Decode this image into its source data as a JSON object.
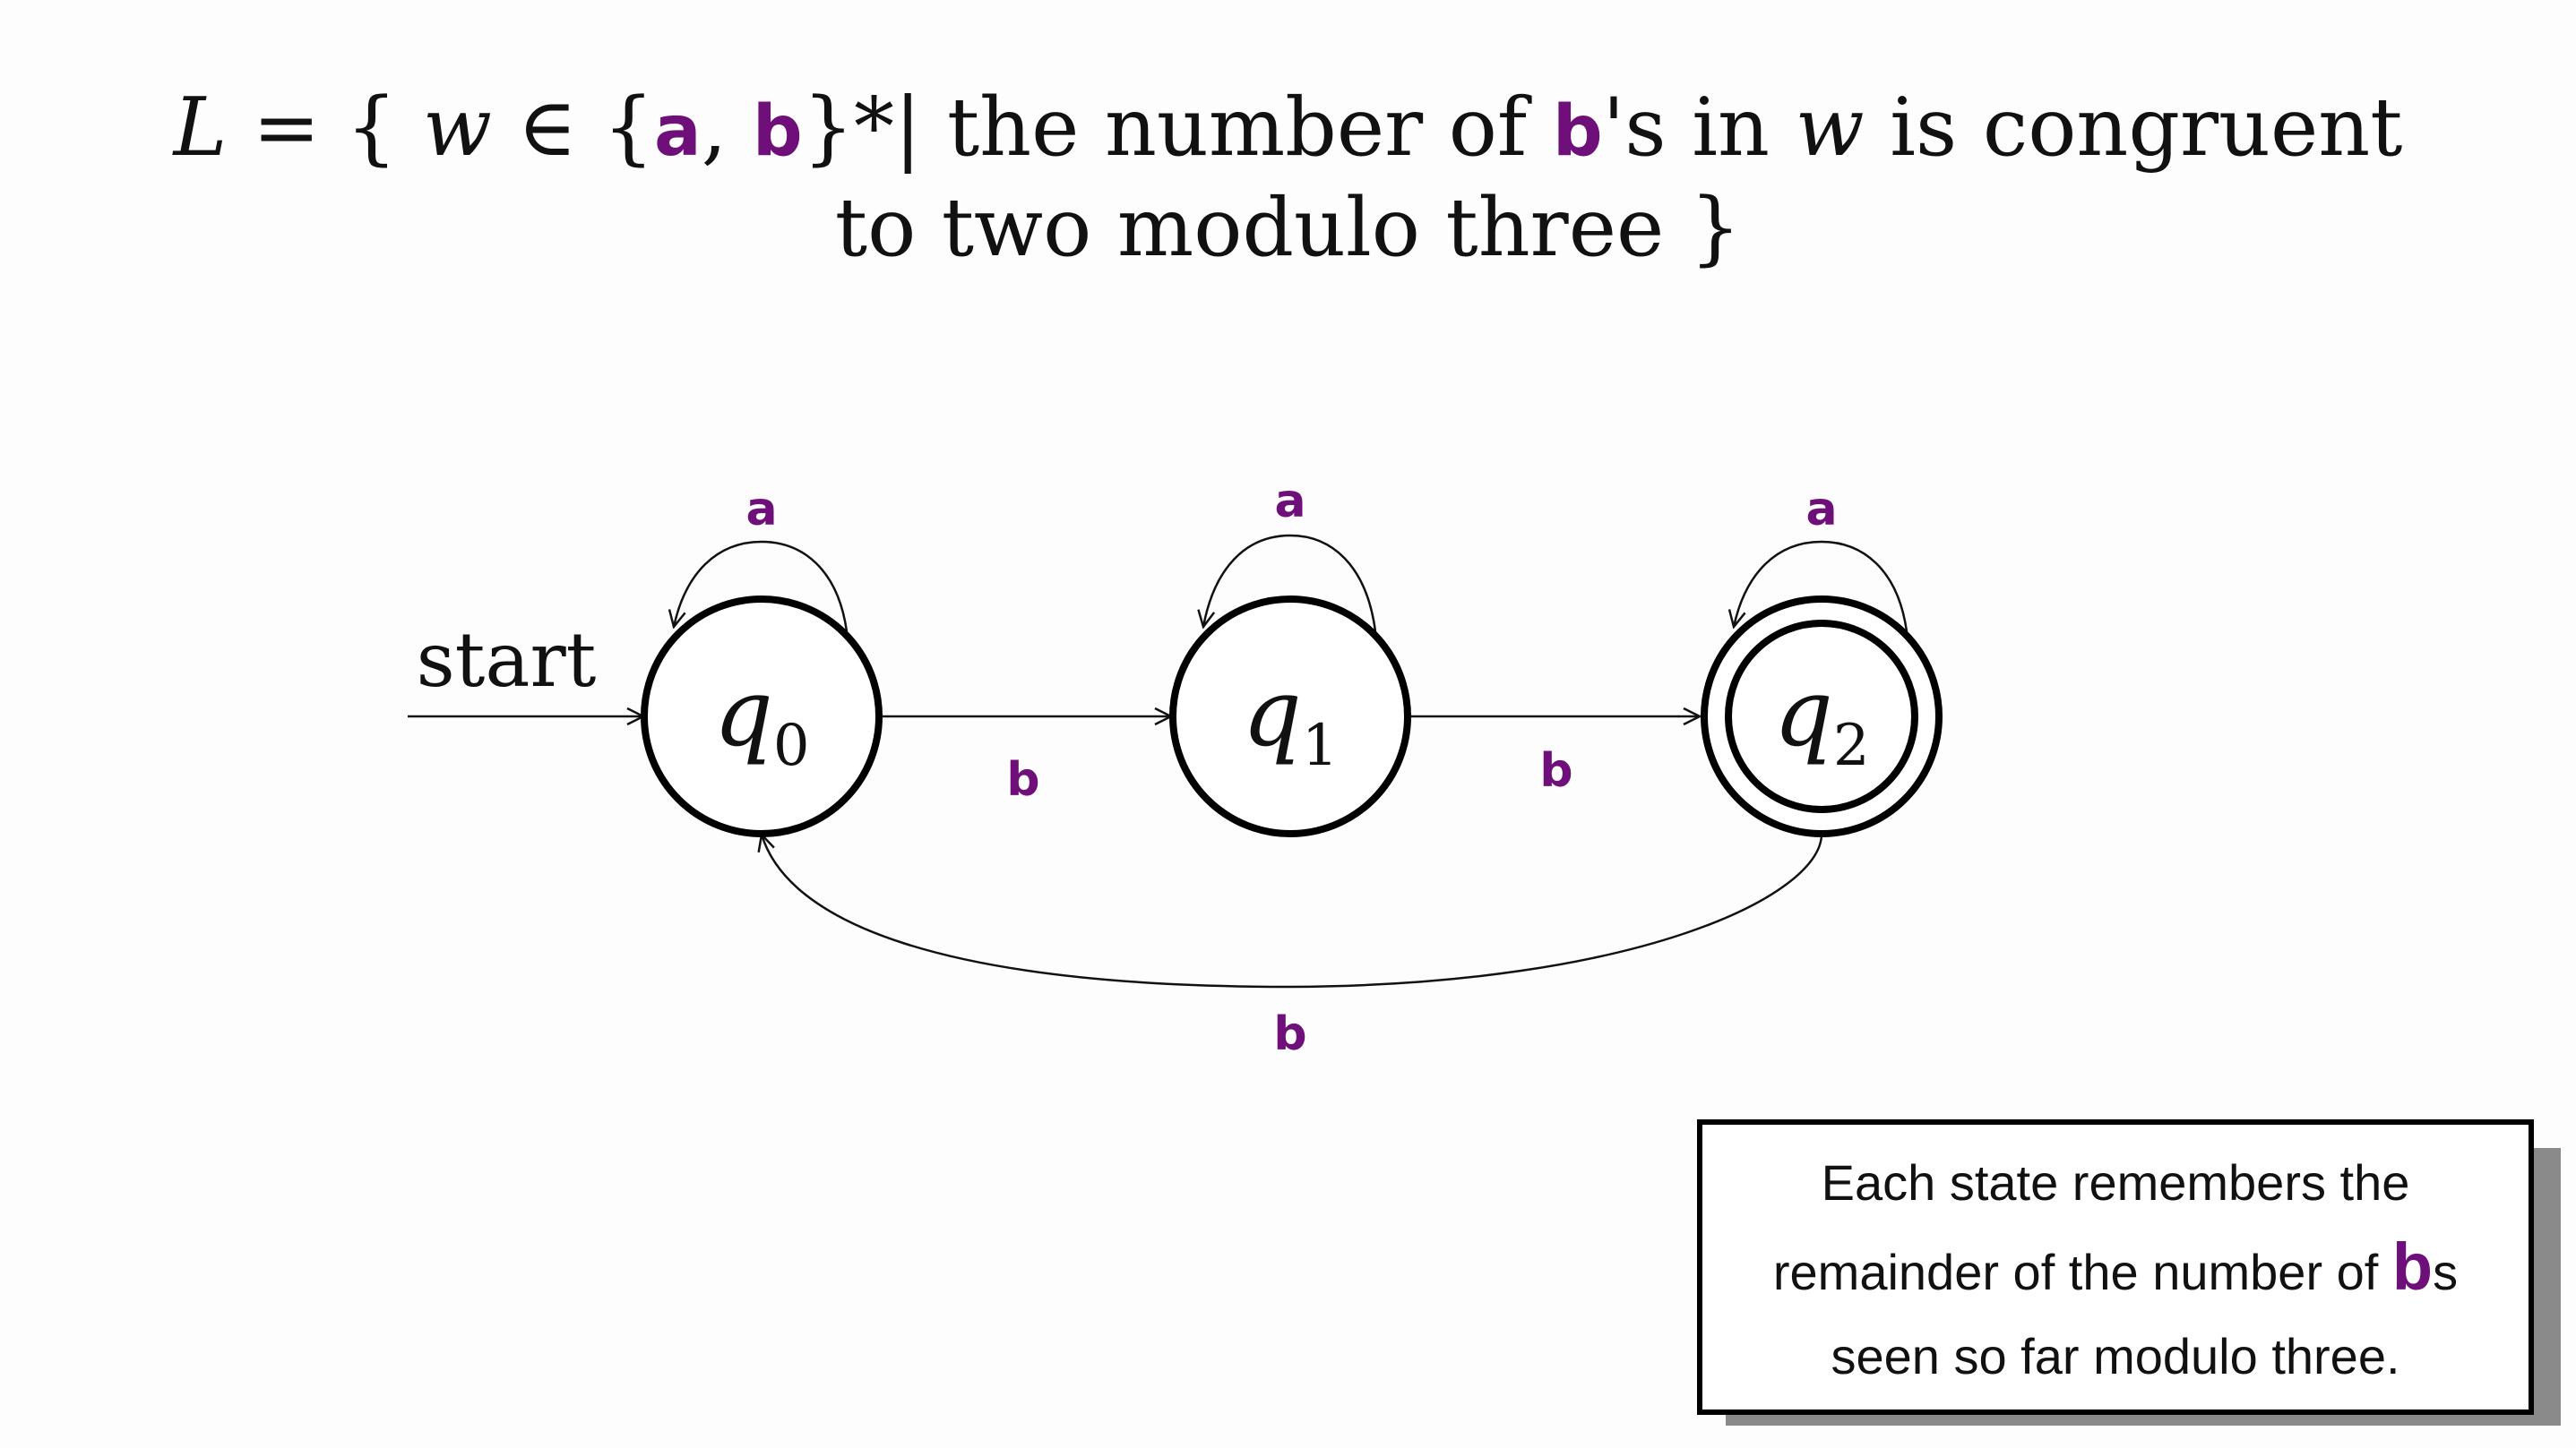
{
  "title": {
    "line1": {
      "lhs": "L",
      "eq": " = { ",
      "w1": "w",
      "in": " ∈ {",
      "a": "a",
      "comma": ", ",
      "b": "b",
      "close_star": "}*| the number of ",
      "b2": "b",
      "s_in": "'s in ",
      "w2": "w",
      "rest": " is congruent"
    },
    "line2": "to two modulo three }"
  },
  "diagram": {
    "start_label": "start",
    "states": [
      {
        "name": "q",
        "sub": "0",
        "accepting": false
      },
      {
        "name": "q",
        "sub": "1",
        "accepting": false
      },
      {
        "name": "q",
        "sub": "2",
        "accepting": true
      }
    ],
    "transitions": [
      {
        "from": "q0",
        "to": "q0",
        "label": "a"
      },
      {
        "from": "q1",
        "to": "q1",
        "label": "a"
      },
      {
        "from": "q2",
        "to": "q2",
        "label": "a"
      },
      {
        "from": "q0",
        "to": "q1",
        "label": "b"
      },
      {
        "from": "q1",
        "to": "q2",
        "label": "b"
      },
      {
        "from": "q2",
        "to": "q0",
        "label": "b"
      }
    ],
    "symbol_color": "#6e0f7a"
  },
  "note": {
    "line1": "Each state remembers the",
    "line2_pre": "remainder of the number of ",
    "line2_b": "b",
    "line2_post": "s",
    "line3": "seen so far modulo three."
  }
}
